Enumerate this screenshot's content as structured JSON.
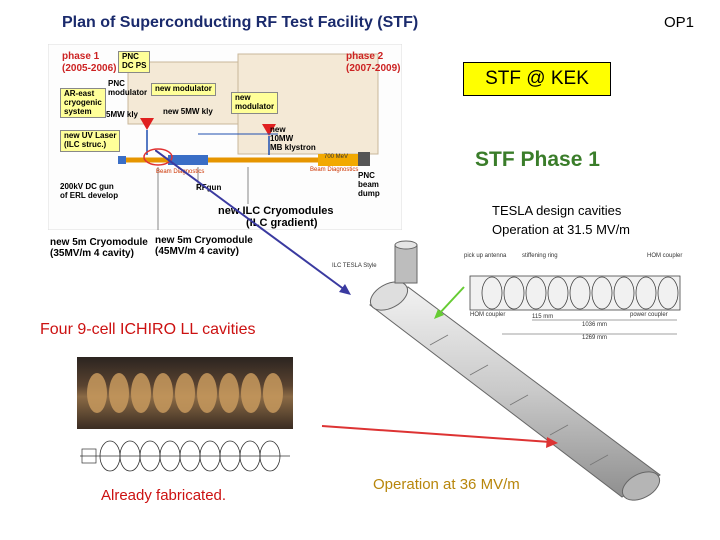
{
  "slide": {
    "plan_title": "Plan of Superconducting RF Test Facility (STF)",
    "slide_id": "OP1",
    "stf_kek": "STF @ KEK",
    "stf_phase1": "STF Phase 1",
    "tesla_line1": "TESLA design cavities",
    "tesla_line2": "Operation at 31.5 MV/m",
    "ichiro": "Four 9-cell ICHIRO LL cavities",
    "fabricated": "Already fabricated.",
    "operation36": "Operation at 36 MV/m"
  },
  "diagram": {
    "phase1_a": "phase 1",
    "phase1_b": "(2005-2006)",
    "phase2_a": "phase 2",
    "phase2_b": "(2007-2009)",
    "pnc_dcps_a": "PNC",
    "pnc_dcps_b": "DC PS",
    "ar_east_a": "AR-east",
    "ar_east_b": "cryogenic",
    "ar_east_c": "system",
    "pnc_mod_a": "PNC",
    "pnc_mod_b": "modulator",
    "new_mod_1": "new modulator",
    "new_mod_2a": "new",
    "new_mod_2b": "modulator",
    "mw5_kly": "5MW kly",
    "new5_kly": "new 5MW kly",
    "new10_a": "new",
    "new10_b": "10MW",
    "new10_c": "MB klystron",
    "uv_a": "new UV Laser",
    "uv_b": "(ILC struc.)",
    "dc_gun_a": "200kV DC gun",
    "dc_gun_b": "of ERL develop",
    "rfgun": "RFgun",
    "dump_a": "PNC",
    "dump_b": "beam dump",
    "ilc_cryo_a": "new ILC Cryomodules",
    "ilc_cryo_b": "(ILC gradient)",
    "cryo35_a": "new 5m Cryomodule",
    "cryo35_b": "(35MV/m 4 cavity)",
    "cryo45_a": "new 5m Cryomodule",
    "cryo45_b": "(45MV/m 4 cavity)",
    "beam_diag_1": "Beam Diagnostics",
    "beam_diag_2": "Beam Diagnostics",
    "mev700": "700 MeV"
  },
  "cavity_drawing": {
    "label_top": "ILC TESLA Style",
    "pickup": "pick up antenna",
    "stiff": "stiffening ring",
    "hom_top": "HOM coupler",
    "hom_bottom": "HOM coupler",
    "power": "power coupler",
    "d1": "1036 mm",
    "d2": "1269 mm",
    "d3": "115 mm"
  },
  "colors": {
    "title": "#1a2a6c",
    "red_text": "#cc1111",
    "green_text": "#3a7d2a",
    "gold_text": "#b8860b",
    "highlight": "#ffff00",
    "arrow_blue": "#3a3aa0"
  }
}
